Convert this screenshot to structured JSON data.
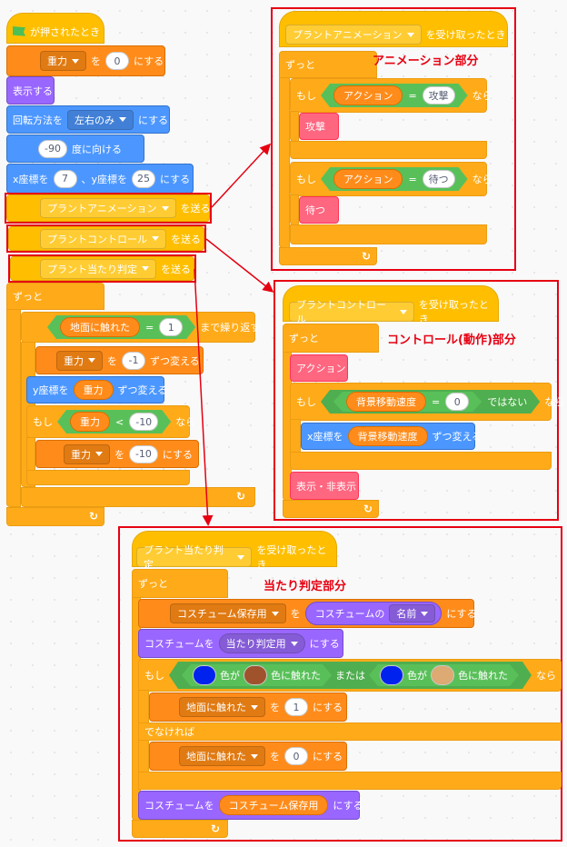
{
  "main": {
    "hat": "が押されたとき",
    "set_gravity": {
      "var": "重力",
      "to": "を",
      "val": "0",
      "tail": "にする"
    },
    "show": "表示する",
    "rotate": {
      "label": "回転方法を",
      "val": "左右のみ",
      "tail": "にする"
    },
    "point": {
      "val": "-90",
      "tail": "度に向ける"
    },
    "goto": {
      "xlabel": "x座標を",
      "x": "7",
      "ylabel": "、y座標を",
      "y": "25",
      "tail": "にする"
    },
    "bcast1": {
      "msg": "プラントアニメーション",
      "tail": "を送る"
    },
    "bcast2": {
      "msg": "プラントコントロール",
      "tail": "を送る"
    },
    "bcast3": {
      "msg": "プラント当たり判定",
      "tail": "を送る"
    },
    "forever": "ずっと",
    "repeat": {
      "var": "地面に触れた",
      "eq": "=",
      "val": "1",
      "tail": "まで繰り返す"
    },
    "change_gravity": {
      "var": "重力",
      "by": "を",
      "val": "-1",
      "tail": "ずつ変える"
    },
    "change_y": {
      "label": "y座標を",
      "var": "重力",
      "tail": "ずつ変える"
    },
    "if_gravity": {
      "if": "もし",
      "var": "重力",
      "lt": "<",
      "val": "-10",
      "then": "なら"
    },
    "set_gravity2": {
      "var": "重力",
      "to": "を",
      "val": "-10",
      "tail": "にする"
    }
  },
  "anim": {
    "hat": {
      "msg": "プラントアニメーション",
      "tail": "を受け取ったとき"
    },
    "forever": "ずっと",
    "title": "アニメーション部分",
    "if1": {
      "if": "もし",
      "var": "アクション",
      "eq": "=",
      "val": "攻撃",
      "then": "なら",
      "block": "攻撃"
    },
    "if2": {
      "if": "もし",
      "var": "アクション",
      "eq": "=",
      "val": "待つ",
      "then": "なら",
      "block": "待つ"
    }
  },
  "ctrl": {
    "hat": {
      "msg": "プラントコントロール",
      "tail": "を受け取ったとき"
    },
    "forever": "ずっと",
    "title": "コントロール(動作)部分",
    "action": "アクション",
    "if": {
      "if": "もし",
      "var": "背景移動速度",
      "eq": "=",
      "val": "0",
      "not": "ではない",
      "then": "なら"
    },
    "change_x": {
      "label": "x座標を",
      "var": "背景移動速度",
      "tail": "ずつ変える"
    },
    "toggle": "表示・非表示"
  },
  "hit": {
    "hat": {
      "msg": "プラント当たり判定",
      "tail": "を受け取ったとき"
    },
    "forever": "ずっと",
    "title": "当たり判定部分",
    "set_costume_var": {
      "var": "コスチューム保存用",
      "to": "を",
      "op": "コスチュームの",
      "opval": "名前",
      "tail": "にする"
    },
    "switch1": {
      "label": "コスチュームを",
      "val": "当たり判定用",
      "tail": "にする"
    },
    "if": {
      "if": "もし",
      "c1": "色が",
      "c1b": "色に触れた",
      "or": "または",
      "c2": "色が",
      "c2b": "色に触れた",
      "then": "なら"
    },
    "set_touch1": {
      "var": "地面に触れた",
      "to": "を",
      "val": "1",
      "tail": "にする"
    },
    "else": "でなければ",
    "set_touch0": {
      "var": "地面に触れた",
      "to": "を",
      "val": "0",
      "tail": "にする"
    },
    "switch2": {
      "label": "コスチュームを",
      "var": "コスチューム保存用",
      "tail": "にする"
    }
  },
  "colors": {
    "blue": "#0022ee",
    "brown1": "#a0522d",
    "brown2": "#dcaa72",
    "red": "#e60012"
  }
}
